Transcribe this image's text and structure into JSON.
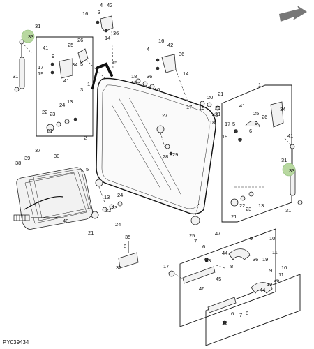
{
  "diagram": {
    "reference_code": "PY039434",
    "highlighted_callout": "33",
    "callouts": [
      {
        "id": "c16a",
        "text": "16"
      },
      {
        "id": "c4a",
        "text": "4"
      },
      {
        "id": "c42a",
        "text": "42"
      },
      {
        "id": "c3a",
        "text": "3"
      },
      {
        "id": "c36a",
        "text": "36"
      },
      {
        "id": "c14a",
        "text": "14"
      },
      {
        "id": "c31a",
        "text": "31"
      },
      {
        "id": "c33a",
        "text": "33"
      },
      {
        "id": "c31b",
        "text": "31"
      },
      {
        "id": "c25a",
        "text": "25"
      },
      {
        "id": "c26a",
        "text": "26"
      },
      {
        "id": "c41a",
        "text": "41"
      },
      {
        "id": "c9a",
        "text": "9"
      },
      {
        "id": "c34a",
        "text": "34"
      },
      {
        "id": "c17a",
        "text": "17"
      },
      {
        "id": "c19a",
        "text": "19"
      },
      {
        "id": "c5a",
        "text": "5"
      },
      {
        "id": "c41b",
        "text": "41"
      },
      {
        "id": "c1a",
        "text": "1"
      },
      {
        "id": "c13a",
        "text": "13"
      },
      {
        "id": "c22a",
        "text": "22"
      },
      {
        "id": "c23a",
        "text": "23"
      },
      {
        "id": "c24a",
        "text": "24"
      },
      {
        "id": "c21a",
        "text": "21"
      },
      {
        "id": "c30a",
        "text": "30"
      },
      {
        "id": "c15a",
        "text": "15"
      },
      {
        "id": "c3b",
        "text": "3"
      },
      {
        "id": "c18a",
        "text": "18"
      },
      {
        "id": "c19b",
        "text": "19"
      },
      {
        "id": "c36b",
        "text": "36"
      },
      {
        "id": "c11a",
        "text": "11"
      },
      {
        "id": "c10a",
        "text": "10"
      },
      {
        "id": "c2a",
        "text": "2"
      },
      {
        "id": "c4b",
        "text": "4"
      },
      {
        "id": "c16b",
        "text": "16"
      },
      {
        "id": "c42b",
        "text": "42"
      },
      {
        "id": "c36c",
        "text": "36"
      },
      {
        "id": "c14b",
        "text": "14"
      },
      {
        "id": "c20a",
        "text": "20"
      },
      {
        "id": "c21b",
        "text": "21"
      },
      {
        "id": "c20b",
        "text": "20"
      },
      {
        "id": "c21c",
        "text": "21"
      },
      {
        "id": "c17b",
        "text": "17"
      },
      {
        "id": "c19c",
        "text": "19"
      },
      {
        "id": "c18b",
        "text": "18"
      },
      {
        "id": "c43a",
        "text": "43"
      },
      {
        "id": "c27a",
        "text": "27"
      },
      {
        "id": "c1b",
        "text": "1"
      },
      {
        "id": "c41c",
        "text": "41"
      },
      {
        "id": "c34b",
        "text": "34"
      },
      {
        "id": "c25b",
        "text": "25"
      },
      {
        "id": "c26b",
        "text": "26"
      },
      {
        "id": "c9b",
        "text": "9"
      },
      {
        "id": "c5b",
        "text": "5"
      },
      {
        "id": "c17c",
        "text": "17"
      },
      {
        "id": "c19d",
        "text": "19"
      },
      {
        "id": "c6a",
        "text": "6"
      },
      {
        "id": "c29a",
        "text": "29"
      },
      {
        "id": "c28a",
        "text": "28"
      },
      {
        "id": "c41d",
        "text": "41"
      },
      {
        "id": "c31c",
        "text": "31"
      },
      {
        "id": "c33b",
        "text": "33"
      },
      {
        "id": "c31d",
        "text": "31"
      },
      {
        "id": "c37a",
        "text": "37"
      },
      {
        "id": "c39a",
        "text": "39"
      },
      {
        "id": "c38a",
        "text": "38"
      },
      {
        "id": "c40a",
        "text": "40"
      },
      {
        "id": "c5c",
        "text": "5"
      },
      {
        "id": "c13b",
        "text": "13"
      },
      {
        "id": "c22b",
        "text": "22"
      },
      {
        "id": "c23b",
        "text": "23"
      },
      {
        "id": "c24b",
        "text": "24"
      },
      {
        "id": "c21d",
        "text": "21"
      },
      {
        "id": "c24c",
        "text": "24"
      },
      {
        "id": "c21e",
        "text": "21"
      },
      {
        "id": "c22c",
        "text": "22"
      },
      {
        "id": "c23c",
        "text": "23"
      },
      {
        "id": "c13c",
        "text": "13"
      },
      {
        "id": "c35a",
        "text": "35"
      },
      {
        "id": "c8a",
        "text": "8"
      },
      {
        "id": "c32a",
        "text": "32"
      },
      {
        "id": "c25c",
        "text": "25"
      },
      {
        "id": "c7a",
        "text": "7"
      },
      {
        "id": "c6b",
        "text": "6"
      },
      {
        "id": "c47a",
        "text": "47"
      },
      {
        "id": "c9c",
        "text": "9"
      },
      {
        "id": "c44a",
        "text": "44"
      },
      {
        "id": "c10b",
        "text": "10"
      },
      {
        "id": "c36d",
        "text": "36"
      },
      {
        "id": "c19e",
        "text": "19"
      },
      {
        "id": "c11b",
        "text": "11"
      },
      {
        "id": "c43b",
        "text": "43"
      },
      {
        "id": "c45a",
        "text": "45"
      },
      {
        "id": "c8b",
        "text": "8"
      },
      {
        "id": "c46a",
        "text": "46"
      },
      {
        "id": "c17d",
        "text": "17"
      },
      {
        "id": "c9d",
        "text": "9"
      },
      {
        "id": "c10c",
        "text": "10"
      },
      {
        "id": "c11c",
        "text": "11"
      },
      {
        "id": "c36e",
        "text": "36"
      },
      {
        "id": "c19f",
        "text": "19"
      },
      {
        "id": "c44b",
        "text": "44"
      },
      {
        "id": "c6c",
        "text": "6"
      },
      {
        "id": "c7b",
        "text": "7"
      },
      {
        "id": "c8c",
        "text": "8"
      },
      {
        "id": "c12a",
        "text": "12"
      }
    ]
  }
}
